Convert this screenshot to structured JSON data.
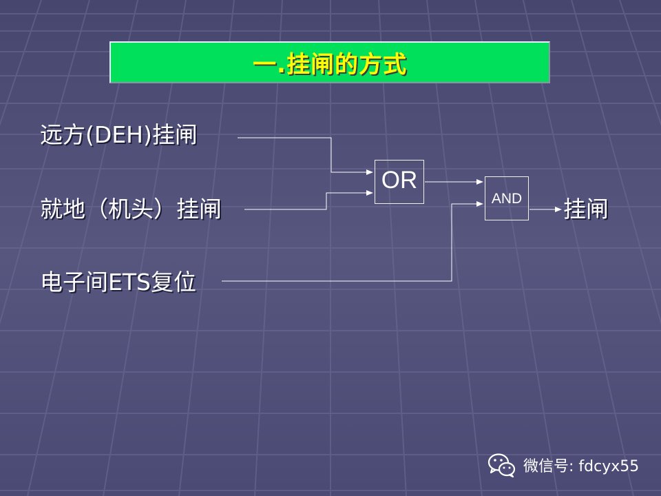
{
  "title": "一.挂闸的方式",
  "inputs": [
    {
      "label": "远方(DEH)挂闸"
    },
    {
      "label": "就地（机头）挂闸"
    },
    {
      "label": "电子间ETS复位"
    }
  ],
  "gates": {
    "or_label": "OR",
    "and_label": "AND"
  },
  "output": {
    "label": "挂闸"
  },
  "watermark": {
    "icon": "wechat-icon",
    "text": "微信号: fdcyx55"
  },
  "colors": {
    "background": "#4f4f79",
    "title_fill": "#00e05a",
    "title_text": "#ffff00",
    "line": "#ffffff"
  }
}
